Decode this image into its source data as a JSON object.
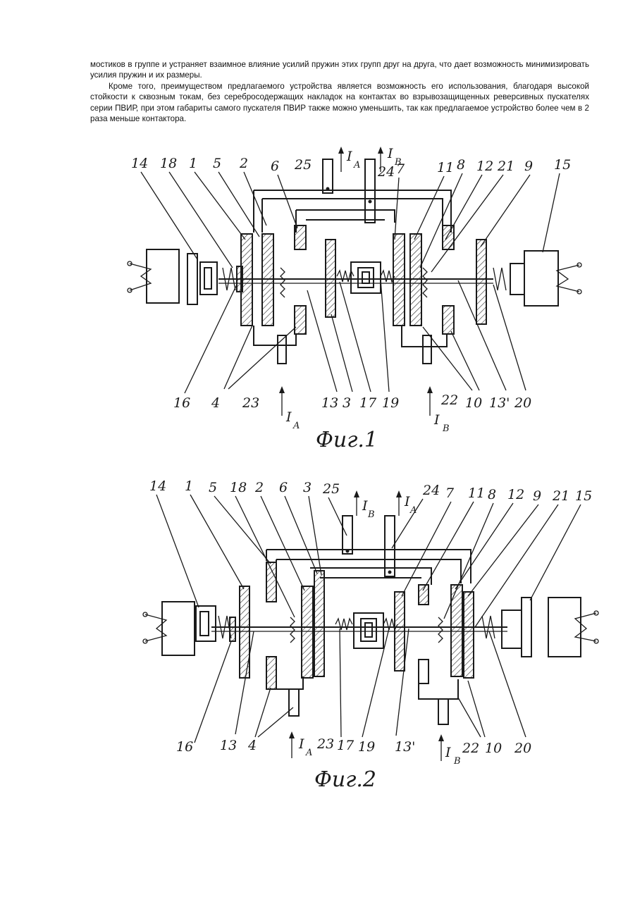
{
  "text": {
    "para1": "мостиков в группе и устраняет взаимное влияние усилий пружин этих групп друг на друга, что дает возможность минимизировать усилия пружин и их размеры.",
    "para2": "Кроме того, преимуществом предлагаемого устройства является возможность его использования, благодаря высокой стойкости к сквозным токам, без серебросодержащих накладок на контактах во взрывозащищенных реверсивных пускателях серии ПВИР, при этом габариты самого пускателя ПВИР также можно уменьшить, так как предлагаемое устройство более чем в 2 раза меньше контактора."
  },
  "figure1": {
    "caption": "Фиг.1",
    "current_a": "I",
    "current_a_sub": "A",
    "current_b": "I",
    "current_b_sub": "B",
    "top_labels": [
      "14",
      "18",
      "1",
      "5",
      "2",
      "6",
      "25",
      "24",
      "7",
      "11",
      "8",
      "12",
      "21",
      "9",
      "15"
    ],
    "bottom_labels": [
      "16",
      "4",
      "23",
      "13",
      "3",
      "17",
      "19",
      "22",
      "10",
      "13'",
      "20"
    ]
  },
  "figure2": {
    "caption": "Фиг.2",
    "current_a": "I",
    "current_a_sub": "A",
    "current_b": "I",
    "current_b_sub": "B",
    "top_labels": [
      "14",
      "1",
      "5",
      "18",
      "2",
      "6",
      "3",
      "25",
      "24",
      "7",
      "11",
      "8",
      "12",
      "9",
      "21",
      "15"
    ],
    "bottom_labels": [
      "16",
      "13",
      "4",
      "23",
      "17",
      "19",
      "13'",
      "22",
      "10",
      "20"
    ]
  }
}
